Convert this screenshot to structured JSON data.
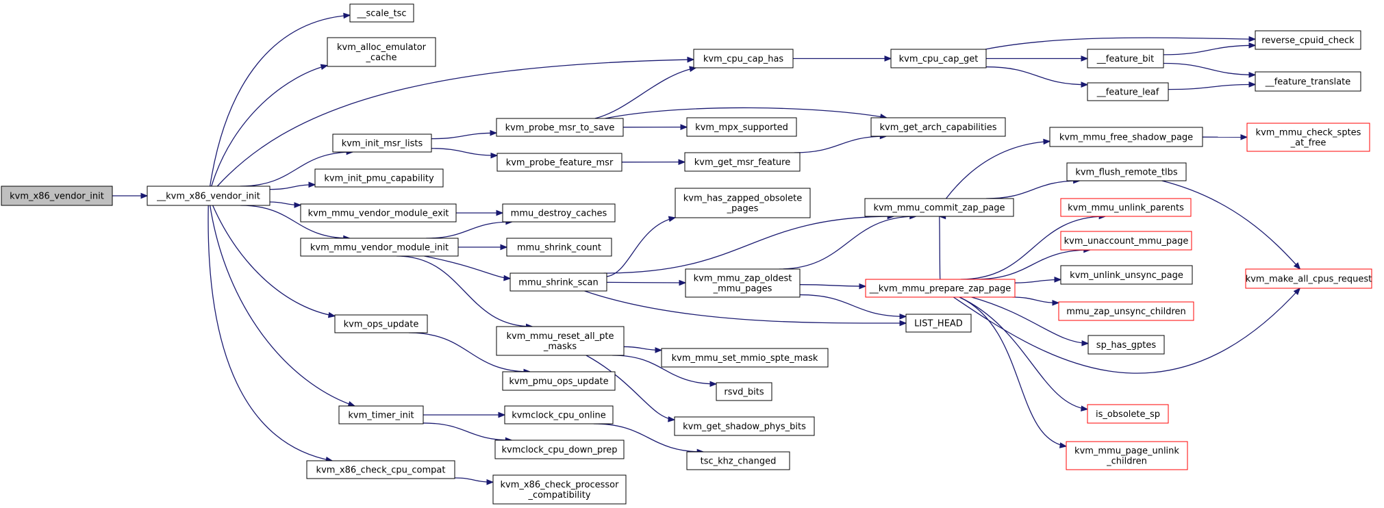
{
  "diagram": {
    "type": "call-graph",
    "colors": {
      "edge": "#191970",
      "node_border": "#000000",
      "truncated_node_border": "#ff0000",
      "root_fill": "#bfbfbf",
      "node_fill": "#ffffff"
    },
    "nodes": [
      {
        "id": "kvm_x86_vendor_init",
        "lines": [
          "kvm_x86_vendor_init"
        ],
        "root": true
      },
      {
        "id": "__kvm_x86_vendor_init",
        "lines": [
          "__kvm_x86_vendor_init"
        ]
      },
      {
        "id": "__scale_tsc",
        "lines": [
          "__scale_tsc"
        ]
      },
      {
        "id": "kvm_alloc_emulator_cache",
        "lines": [
          "kvm_alloc_emulator",
          "_cache"
        ]
      },
      {
        "id": "kvm_cpu_cap_has",
        "lines": [
          "kvm_cpu_cap_has"
        ]
      },
      {
        "id": "kvm_init_msr_lists",
        "lines": [
          "kvm_init_msr_lists"
        ]
      },
      {
        "id": "kvm_init_pmu_capability",
        "lines": [
          "kvm_init_pmu_capability"
        ]
      },
      {
        "id": "kvm_mmu_vendor_module_exit",
        "lines": [
          "kvm_mmu_vendor_module_exit"
        ]
      },
      {
        "id": "kvm_mmu_vendor_module_init",
        "lines": [
          "kvm_mmu_vendor_module_init"
        ]
      },
      {
        "id": "kvm_ops_update",
        "lines": [
          "kvm_ops_update"
        ]
      },
      {
        "id": "kvm_timer_init",
        "lines": [
          "kvm_timer_init"
        ]
      },
      {
        "id": "kvm_x86_check_cpu_compat",
        "lines": [
          "kvm_x86_check_cpu_compat"
        ]
      },
      {
        "id": "kvm_cpu_cap_get",
        "lines": [
          "kvm_cpu_cap_get"
        ]
      },
      {
        "id": "reverse_cpuid_check",
        "lines": [
          "reverse_cpuid_check"
        ]
      },
      {
        "id": "__feature_bit",
        "lines": [
          "__feature_bit"
        ]
      },
      {
        "id": "__feature_leaf",
        "lines": [
          "__feature_leaf"
        ]
      },
      {
        "id": "__feature_translate",
        "lines": [
          "__feature_translate"
        ]
      },
      {
        "id": "kvm_probe_msr_to_save",
        "lines": [
          "kvm_probe_msr_to_save"
        ]
      },
      {
        "id": "kvm_probe_feature_msr",
        "lines": [
          "kvm_probe_feature_msr"
        ]
      },
      {
        "id": "kvm_mpx_supported",
        "lines": [
          "kvm_mpx_supported"
        ]
      },
      {
        "id": "kvm_get_arch_capabilities",
        "lines": [
          "kvm_get_arch_capabilities"
        ]
      },
      {
        "id": "kvm_get_msr_feature",
        "lines": [
          "kvm_get_msr_feature"
        ]
      },
      {
        "id": "mmu_destroy_caches",
        "lines": [
          "mmu_destroy_caches"
        ]
      },
      {
        "id": "mmu_shrink_count",
        "lines": [
          "mmu_shrink_count"
        ]
      },
      {
        "id": "mmu_shrink_scan",
        "lines": [
          "mmu_shrink_scan"
        ]
      },
      {
        "id": "kvm_mmu_reset_all_pte_masks",
        "lines": [
          "kvm_mmu_reset_all_pte",
          "_masks"
        ]
      },
      {
        "id": "kvm_has_zapped_obsolete_pages",
        "lines": [
          "kvm_has_zapped_obsolete",
          "_pages"
        ]
      },
      {
        "id": "kvm_mmu_commit_zap_page",
        "lines": [
          "kvm_mmu_commit_zap_page"
        ]
      },
      {
        "id": "kvm_mmu_zap_oldest_mmu_pages",
        "lines": [
          "kvm_mmu_zap_oldest",
          "_mmu_pages"
        ]
      },
      {
        "id": "LIST_HEAD",
        "lines": [
          "LIST_HEAD"
        ]
      },
      {
        "id": "kvm_mmu_free_shadow_page",
        "lines": [
          "kvm_mmu_free_shadow_page"
        ]
      },
      {
        "id": "kvm_flush_remote_tlbs",
        "lines": [
          "kvm_flush_remote_tlbs"
        ]
      },
      {
        "id": "kvm_mmu_check_sptes_at_free",
        "lines": [
          "kvm_mmu_check_sptes",
          "_at_free"
        ],
        "truncated": true
      },
      {
        "id": "kvm_make_all_cpus_request",
        "lines": [
          "kvm_make_all_cpus_request"
        ],
        "truncated": true
      },
      {
        "id": "__kvm_mmu_prepare_zap_page",
        "lines": [
          "__kvm_mmu_prepare_zap_page"
        ],
        "truncated": true
      },
      {
        "id": "kvm_mmu_unlink_parents",
        "lines": [
          "kvm_mmu_unlink_parents"
        ],
        "truncated": true
      },
      {
        "id": "kvm_unaccount_mmu_page",
        "lines": [
          "kvm_unaccount_mmu_page"
        ],
        "truncated": true
      },
      {
        "id": "kvm_unlink_unsync_page",
        "lines": [
          "kvm_unlink_unsync_page"
        ]
      },
      {
        "id": "mmu_zap_unsync_children",
        "lines": [
          "mmu_zap_unsync_children"
        ],
        "truncated": true
      },
      {
        "id": "sp_has_gptes",
        "lines": [
          "sp_has_gptes"
        ]
      },
      {
        "id": "is_obsolete_sp",
        "lines": [
          "is_obsolete_sp"
        ],
        "truncated": true
      },
      {
        "id": "kvm_mmu_page_unlink_children",
        "lines": [
          "kvm_mmu_page_unlink",
          "_children"
        ],
        "truncated": true
      },
      {
        "id": "kvm_pmu_ops_update",
        "lines": [
          "kvm_pmu_ops_update"
        ]
      },
      {
        "id": "kvm_mmu_set_mmio_spte_mask",
        "lines": [
          "kvm_mmu_set_mmio_spte_mask"
        ]
      },
      {
        "id": "rsvd_bits",
        "lines": [
          "rsvd_bits"
        ]
      },
      {
        "id": "kvm_get_shadow_phys_bits",
        "lines": [
          "kvm_get_shadow_phys_bits"
        ]
      },
      {
        "id": "kvmclock_cpu_online",
        "lines": [
          "kvmclock_cpu_online"
        ]
      },
      {
        "id": "kvmclock_cpu_down_prep",
        "lines": [
          "kvmclock_cpu_down_prep"
        ]
      },
      {
        "id": "tsc_khz_changed",
        "lines": [
          "tsc_khz_changed"
        ]
      },
      {
        "id": "kvm_x86_check_processor_compatibility",
        "lines": [
          "kvm_x86_check_processor",
          "_compatibility"
        ]
      }
    ],
    "edges": [
      {
        "from": "kvm_x86_vendor_init",
        "to": "__kvm_x86_vendor_init"
      },
      {
        "from": "__kvm_x86_vendor_init",
        "to": "__scale_tsc"
      },
      {
        "from": "__kvm_x86_vendor_init",
        "to": "kvm_alloc_emulator_cache"
      },
      {
        "from": "__kvm_x86_vendor_init",
        "to": "kvm_cpu_cap_has"
      },
      {
        "from": "__kvm_x86_vendor_init",
        "to": "kvm_init_msr_lists"
      },
      {
        "from": "__kvm_x86_vendor_init",
        "to": "kvm_init_pmu_capability"
      },
      {
        "from": "__kvm_x86_vendor_init",
        "to": "kvm_mmu_vendor_module_exit"
      },
      {
        "from": "__kvm_x86_vendor_init",
        "to": "kvm_mmu_vendor_module_init"
      },
      {
        "from": "__kvm_x86_vendor_init",
        "to": "kvm_ops_update"
      },
      {
        "from": "__kvm_x86_vendor_init",
        "to": "kvm_timer_init"
      },
      {
        "from": "__kvm_x86_vendor_init",
        "to": "kvm_x86_check_cpu_compat"
      },
      {
        "from": "kvm_cpu_cap_has",
        "to": "kvm_cpu_cap_get"
      },
      {
        "from": "kvm_cpu_cap_get",
        "to": "reverse_cpuid_check"
      },
      {
        "from": "kvm_cpu_cap_get",
        "to": "__feature_bit"
      },
      {
        "from": "kvm_cpu_cap_get",
        "to": "__feature_leaf"
      },
      {
        "from": "__feature_bit",
        "to": "reverse_cpuid_check"
      },
      {
        "from": "__feature_bit",
        "to": "__feature_translate"
      },
      {
        "from": "__feature_leaf",
        "to": "__feature_translate"
      },
      {
        "from": "kvm_init_msr_lists",
        "to": "kvm_probe_msr_to_save"
      },
      {
        "from": "kvm_init_msr_lists",
        "to": "kvm_probe_feature_msr"
      },
      {
        "from": "kvm_probe_msr_to_save",
        "to": "kvm_cpu_cap_has"
      },
      {
        "from": "kvm_probe_msr_to_save",
        "to": "kvm_mpx_supported"
      },
      {
        "from": "kvm_probe_msr_to_save",
        "to": "kvm_get_arch_capabilities"
      },
      {
        "from": "kvm_probe_feature_msr",
        "to": "kvm_get_msr_feature"
      },
      {
        "from": "kvm_get_msr_feature",
        "to": "kvm_get_arch_capabilities"
      },
      {
        "from": "kvm_mmu_vendor_module_exit",
        "to": "mmu_destroy_caches"
      },
      {
        "from": "kvm_mmu_vendor_module_init",
        "to": "mmu_destroy_caches"
      },
      {
        "from": "kvm_mmu_vendor_module_init",
        "to": "mmu_shrink_count"
      },
      {
        "from": "kvm_mmu_vendor_module_init",
        "to": "mmu_shrink_scan"
      },
      {
        "from": "kvm_mmu_vendor_module_init",
        "to": "kvm_mmu_reset_all_pte_masks"
      },
      {
        "from": "mmu_shrink_scan",
        "to": "kvm_has_zapped_obsolete_pages"
      },
      {
        "from": "mmu_shrink_scan",
        "to": "kvm_mmu_commit_zap_page"
      },
      {
        "from": "mmu_shrink_scan",
        "to": "kvm_mmu_zap_oldest_mmu_pages"
      },
      {
        "from": "mmu_shrink_scan",
        "to": "LIST_HEAD"
      },
      {
        "from": "kvm_mmu_zap_oldest_mmu_pages",
        "to": "kvm_mmu_commit_zap_page"
      },
      {
        "from": "kvm_mmu_zap_oldest_mmu_pages",
        "to": "__kvm_mmu_prepare_zap_page"
      },
      {
        "from": "kvm_mmu_zap_oldest_mmu_pages",
        "to": "LIST_HEAD"
      },
      {
        "from": "kvm_mmu_commit_zap_page",
        "to": "kvm_mmu_free_shadow_page"
      },
      {
        "from": "kvm_mmu_commit_zap_page",
        "to": "kvm_flush_remote_tlbs"
      },
      {
        "from": "kvm_mmu_free_shadow_page",
        "to": "kvm_mmu_check_sptes_at_free"
      },
      {
        "from": "kvm_flush_remote_tlbs",
        "to": "kvm_make_all_cpus_request"
      },
      {
        "from": "__kvm_mmu_prepare_zap_page",
        "to": "kvm_mmu_commit_zap_page"
      },
      {
        "from": "__kvm_mmu_prepare_zap_page",
        "to": "kvm_mmu_unlink_parents"
      },
      {
        "from": "__kvm_mmu_prepare_zap_page",
        "to": "kvm_unaccount_mmu_page"
      },
      {
        "from": "__kvm_mmu_prepare_zap_page",
        "to": "kvm_unlink_unsync_page"
      },
      {
        "from": "__kvm_mmu_prepare_zap_page",
        "to": "mmu_zap_unsync_children"
      },
      {
        "from": "__kvm_mmu_prepare_zap_page",
        "to": "sp_has_gptes"
      },
      {
        "from": "__kvm_mmu_prepare_zap_page",
        "to": "kvm_make_all_cpus_request"
      },
      {
        "from": "__kvm_mmu_prepare_zap_page",
        "to": "is_obsolete_sp"
      },
      {
        "from": "__kvm_mmu_prepare_zap_page",
        "to": "kvm_mmu_page_unlink_children"
      },
      {
        "from": "kvm_ops_update",
        "to": "kvm_pmu_ops_update"
      },
      {
        "from": "kvm_mmu_reset_all_pte_masks",
        "to": "kvm_mmu_set_mmio_spte_mask"
      },
      {
        "from": "kvm_mmu_reset_all_pte_masks",
        "to": "rsvd_bits"
      },
      {
        "from": "kvm_mmu_reset_all_pte_masks",
        "to": "kvm_get_shadow_phys_bits"
      },
      {
        "from": "kvm_timer_init",
        "to": "kvmclock_cpu_online"
      },
      {
        "from": "kvm_timer_init",
        "to": "kvmclock_cpu_down_prep"
      },
      {
        "from": "kvmclock_cpu_online",
        "to": "tsc_khz_changed"
      },
      {
        "from": "kvm_x86_check_cpu_compat",
        "to": "kvm_x86_check_processor_compatibility"
      }
    ]
  }
}
